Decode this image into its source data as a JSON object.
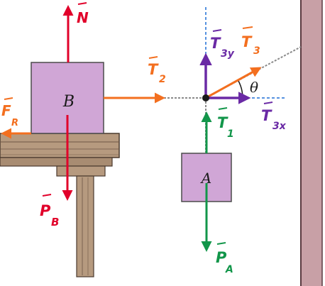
{
  "diagram": {
    "blocks": [
      {
        "id": "B",
        "label": "B"
      },
      {
        "id": "A",
        "label": "A"
      }
    ],
    "angle_label": "θ",
    "vectors": [
      {
        "id": "N",
        "label": "N",
        "color": "#e1002a"
      },
      {
        "id": "PB",
        "label": "P",
        "subscript": "B",
        "color": "#e1002a"
      },
      {
        "id": "FR",
        "label": "F",
        "subscript": "R",
        "color": "#f36f1f"
      },
      {
        "id": "T2",
        "label": "T",
        "subscript": "2",
        "color": "#f36f1f"
      },
      {
        "id": "T3",
        "label": "T",
        "subscript": "3",
        "color": "#f36f1f"
      },
      {
        "id": "T3y",
        "label": "T",
        "subscript": "3y",
        "color": "#6a2aa5"
      },
      {
        "id": "T3x",
        "label": "T",
        "subscript": "3x",
        "color": "#6a2aa5"
      },
      {
        "id": "T1",
        "label": "T",
        "subscript": "1",
        "color": "#12964a"
      },
      {
        "id": "PA",
        "label": "P",
        "subscript": "A",
        "color": "#12964a"
      }
    ],
    "colors": {
      "block_fill": "#d0a6d6",
      "block_stroke": "#4c4c4c",
      "wood": "#b69a7f",
      "wall": "#c8a0a6",
      "axis_dash": "#1f6fd6",
      "rope": "#8a8a8a"
    }
  }
}
